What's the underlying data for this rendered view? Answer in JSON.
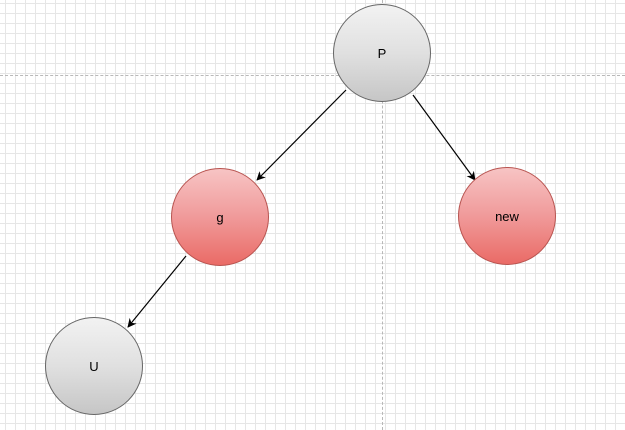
{
  "diagram": {
    "nodes": [
      {
        "id": "p",
        "label": "P",
        "fill": "gray"
      },
      {
        "id": "g",
        "label": "g",
        "fill": "red"
      },
      {
        "id": "new",
        "label": "new",
        "fill": "red"
      },
      {
        "id": "u",
        "label": "U",
        "fill": "gray"
      }
    ],
    "edges": [
      {
        "from": "p",
        "to": "g"
      },
      {
        "from": "p",
        "to": "new"
      },
      {
        "from": "g",
        "to": "u"
      }
    ]
  },
  "colors": {
    "gray_stroke": "#666666",
    "red_stroke": "#b85450",
    "red_fill": "#f09a9a",
    "gray_fill": "#e0e0e0",
    "edge": "#000000",
    "grid": "#e6e6e6"
  }
}
